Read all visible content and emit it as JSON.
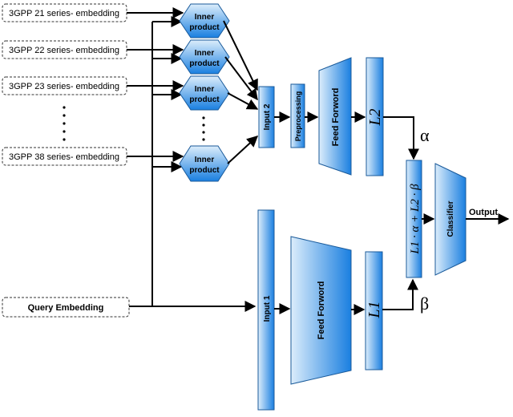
{
  "embeddings": [
    "3GPP 21 series- embedding",
    "3GPP 22 series- embedding",
    "3GPP 23 series- embedding",
    "3GPP 38 series- embedding"
  ],
  "query": "Query Embedding",
  "inner_product": [
    "Inner",
    "product"
  ],
  "input2": "Input 2",
  "input1": "Input 1",
  "preprocessing": "Preprocessing",
  "feed_forward_top": "Feed Forword",
  "feed_forward_bottom": "Feed Forword",
  "l2": "L2",
  "l1": "L1",
  "combine": "L1 · α + L2 · β",
  "alpha": "α",
  "beta": "β",
  "classifier": "Classifier",
  "output": "Output",
  "colors": {
    "block_light": "#dcedfb",
    "block_dark": "#1a7fe0",
    "stroke": "#1a5a9a"
  }
}
